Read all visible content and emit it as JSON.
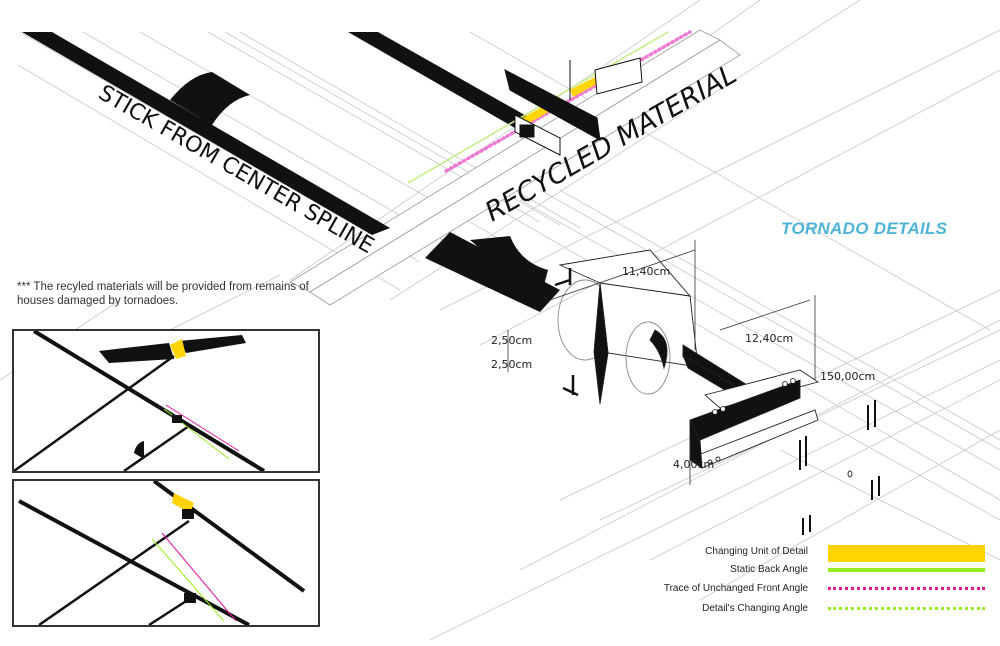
{
  "title": "TORNADO DETAILS",
  "labels": {
    "stick": "STICK FROM CENTER SPLINE",
    "recycled": "RECYCLED MATERIAL"
  },
  "note": "*** The recyled materials will be provided from remains of houses damaged by tornadoes.",
  "dimensions": {
    "width": "11,40cm",
    "depth": "12,40cm",
    "length": "150,00cm",
    "height_top": "2,50cm",
    "height_bottom": "2,50cm",
    "thickness": "4,00cm"
  },
  "legend": [
    {
      "label": "Changing Unit of Detail",
      "style": "fill",
      "color": "#ffd400"
    },
    {
      "label": "Static Back Angle",
      "style": "solid",
      "color": "#99ee22"
    },
    {
      "label": "Trace of Unchanged Front Angle",
      "style": "dotted",
      "color": "#e2199b"
    },
    {
      "label": "Detail's Changing Angle",
      "style": "dotted",
      "color": "#99ee22"
    }
  ],
  "colors": {
    "accent_title": "#4fb3d9",
    "stick": "#111111",
    "guide_line": "#bbbbbb"
  }
}
